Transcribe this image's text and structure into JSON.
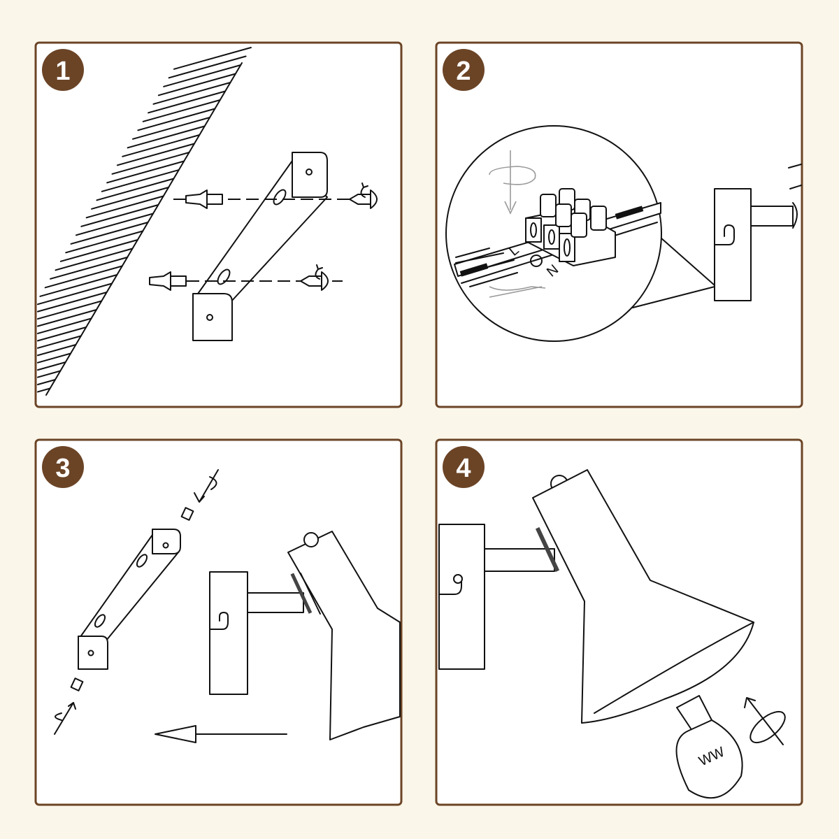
{
  "steps": [
    {
      "number": "1"
    },
    {
      "number": "2",
      "labels": {
        "live": "L",
        "neutral": "N"
      }
    },
    {
      "number": "3"
    },
    {
      "number": "4",
      "bulb_label": "WW"
    }
  ],
  "colors": {
    "background": "#fbf6ea",
    "accent": "#6b4426",
    "panel": "#ffffff",
    "line": "#111111"
  }
}
